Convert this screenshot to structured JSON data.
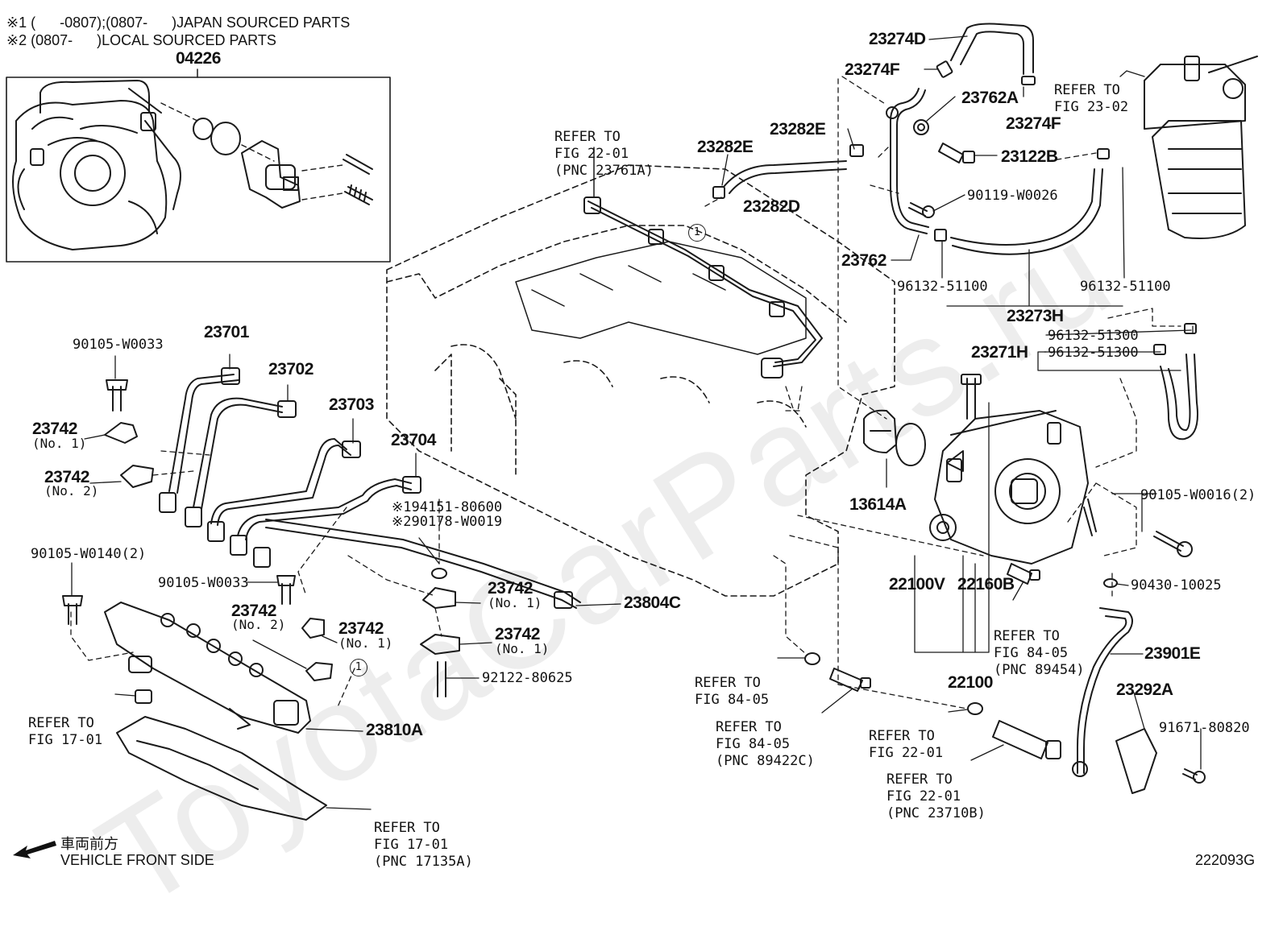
{
  "notes": {
    "note1": "※1 (      -0807);(0807-      )JAPAN SOURCED PARTS",
    "note2": "※2 (0807-      )LOCAL SOURCED PARTS"
  },
  "watermark": "ToyotaCarParts.ru",
  "parts": {
    "p04226": "04226",
    "p23274D": "23274D",
    "p23274F_a": "23274F",
    "p23274F_b": "23274F",
    "p23762A": "23762A",
    "p23122B": "23122B",
    "p23282E_a": "23282E",
    "p23282E_b": "23282E",
    "p23282D": "23282D",
    "p90119": "90119-W0026",
    "p23762": "23762",
    "p96132_a": "96132-51100",
    "p96132_b": "96132-51100",
    "p23273H": "23273H",
    "p96132_c": "96132-51300",
    "p96132_d": "96132-51300",
    "p23271H": "23271H",
    "p90105_W0033_a": "90105-W0033",
    "p23701": "23701",
    "p23702": "23702",
    "p23703": "23703",
    "p23704": "23704",
    "p23742_a": "23742",
    "p23742_a_no": "(No. 1)",
    "p23742_b": "23742",
    "p23742_b_no": "(No. 2)",
    "p194151": "※194151-80600",
    "p290178": "※290178-W0019",
    "p13614A": "13614A",
    "p90105_W0016": "90105-W0016(2)",
    "p90105_W0140": "90105-W0140(2)",
    "p90105_W0033_b": "90105-W0033",
    "p23742_c": "23742",
    "p23742_c_no": "(No. 1)",
    "p23742_d": "23742",
    "p23742_d_no": "(No. 2)",
    "p23742_e": "23742",
    "p23742_e_no": "(No. 1)",
    "p23742_f": "23742",
    "p23742_f_no": "(No. 1)",
    "p23804C": "23804C",
    "p22100V": "22100V",
    "p22160B": "22160B",
    "p90430": "90430-10025",
    "p92122": "92122-80625",
    "p23810A": "23810A",
    "p22100": "22100",
    "p23901E": "23901E",
    "p23292A": "23292A",
    "p91671": "91671-80820"
  },
  "refs": {
    "r1_l1": "REFER TO",
    "r1_l2": "FIG 23-02",
    "r2_l1": "REFER TO",
    "r2_l2": "FIG 22-01",
    "r2_l3": "(PNC 23761A)",
    "r3_l1": "REFER TO",
    "r3_l2": "FIG 84-05",
    "r3_l3": "(PNC 89454)",
    "r4_l1": "REFER TO",
    "r4_l2": "FIG 17-01",
    "r5_l1": "REFER TO",
    "r5_l2": "FIG 84-05",
    "r6_l1": "REFER TO",
    "r6_l2": "FIG 84-05",
    "r6_l3": "(PNC 89422C)",
    "r7_l1": "REFER TO",
    "r7_l2": "FIG 22-01",
    "r8_l1": "REFER TO",
    "r8_l2": "FIG 22-01",
    "r8_l3": "(PNC 23710B)",
    "r9_l1": "REFER TO",
    "r9_l2": "FIG 17-01",
    "r9_l3": "(PNC 17135A)"
  },
  "marks": {
    "m1": "1",
    "m2": "1"
  },
  "footer": {
    "direction_jp": "車両前方",
    "direction_en": "VEHICLE FRONT SIDE",
    "figure_code": "222093G"
  }
}
